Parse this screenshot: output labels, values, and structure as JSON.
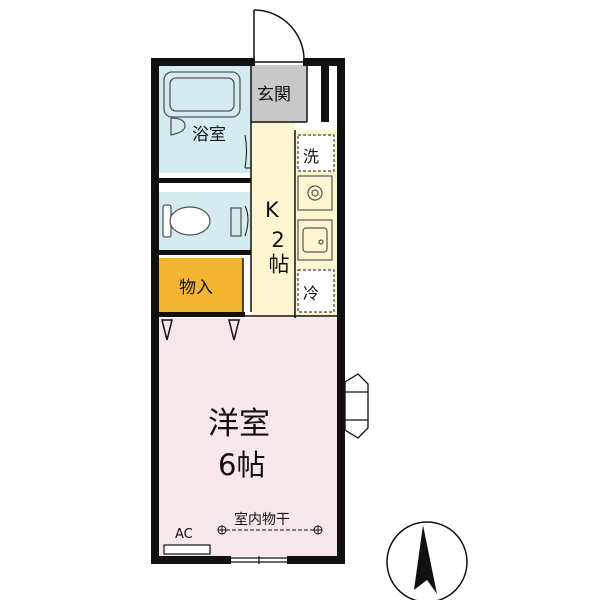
{
  "rooms": {
    "entrance": "玄関",
    "bathroom": "浴室",
    "storage": "物入",
    "kitchen_k": "K",
    "kitchen_size": "2帖",
    "western_room": "洋室",
    "western_room_size": "6帖"
  },
  "fixtures": {
    "washer": "洗",
    "fridge": "冷",
    "indoor_drying": "室内物干",
    "aircon": "AC"
  },
  "colors": {
    "bath": "#d4ecf1",
    "kitchen": "#fbf6cf",
    "storage": "#f2b431",
    "entrance": "#c8c8c8",
    "western_room": "#f8e7ea",
    "wall": "#111111"
  },
  "icons": [
    "compass-icon",
    "bathtub-icon",
    "toilet-icon",
    "stove-icon",
    "sink-icon",
    "window-bay"
  ]
}
